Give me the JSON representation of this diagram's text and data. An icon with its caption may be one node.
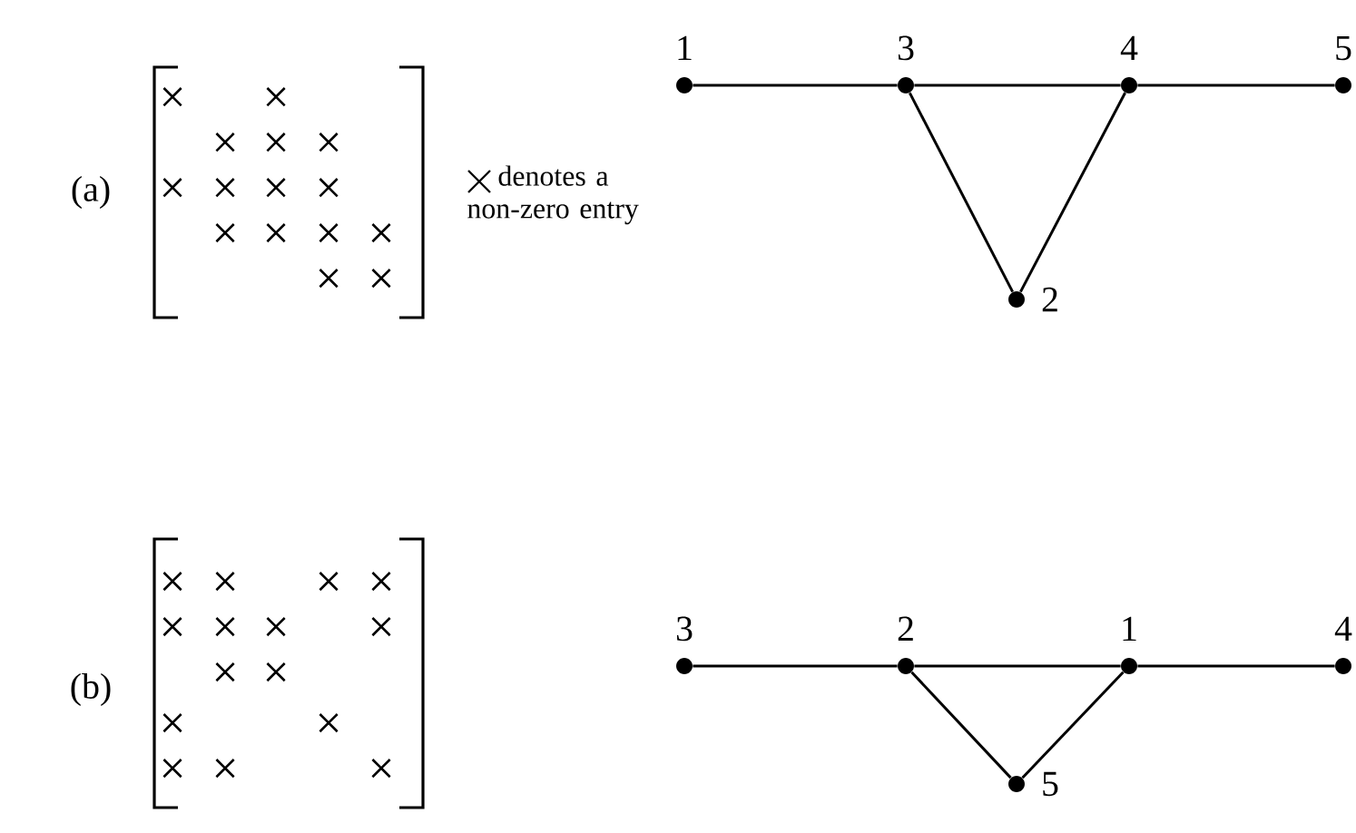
{
  "diagram": {
    "nodes": [
      {
        "text": [],
        "shape": "circle",
        "beside": [
          "1"
        ]
      },
      {
        "text": [],
        "shape": "circle",
        "beside": [
          "3"
        ]
      },
      {
        "text": [],
        "shape": "circle",
        "beside": [
          "4"
        ]
      },
      {
        "text": [],
        "shape": "circle",
        "beside": [
          "5"
        ]
      },
      {
        "text": [],
        "shape": "circle",
        "beside": [
          "2"
        ]
      },
      {
        "text": [],
        "shape": "circle",
        "beside": [
          "3"
        ]
      },
      {
        "text": [],
        "shape": "circle",
        "beside": [
          "2"
        ]
      },
      {
        "text": [],
        "shape": "circle",
        "beside": [
          "1"
        ]
      },
      {
        "text": [],
        "shape": "circle",
        "beside": [
          "4"
        ]
      },
      {
        "text": [],
        "shape": "circle",
        "beside": [
          "5"
        ]
      }
    ],
    "edges": [
      {
        "from": 0,
        "to": 1,
        "arrow": "none"
      },
      {
        "from": 1,
        "to": 2,
        "arrow": "none"
      },
      {
        "from": 2,
        "to": 3,
        "arrow": "none"
      },
      {
        "from": 1,
        "to": 4,
        "arrow": "none"
      },
      {
        "from": 4,
        "to": 2,
        "arrow": "none"
      },
      {
        "from": 5,
        "to": 6,
        "arrow": "none"
      },
      {
        "from": 6,
        "to": 7,
        "arrow": "none"
      },
      {
        "from": 7,
        "to": 8,
        "arrow": "none"
      },
      {
        "from": 6,
        "to": 9,
        "arrow": "none"
      },
      {
        "from": 9,
        "to": 7,
        "arrow": "none"
      }
    ],
    "labels": [
      "(a)",
      "×",
      "×",
      "×",
      "×",
      "×",
      "×",
      "×",
      "×",
      "×",
      "×",
      "×",
      "×",
      "×",
      "×",
      "×",
      "(b)",
      "×",
      "×",
      "×",
      "×",
      "×",
      "×",
      "×",
      "×",
      "×",
      "×",
      "×",
      "×",
      "×",
      "×",
      "×"
    ],
    "legend": [
      {
        "text": "denotes a non-zero entry"
      }
    ]
  }
}
